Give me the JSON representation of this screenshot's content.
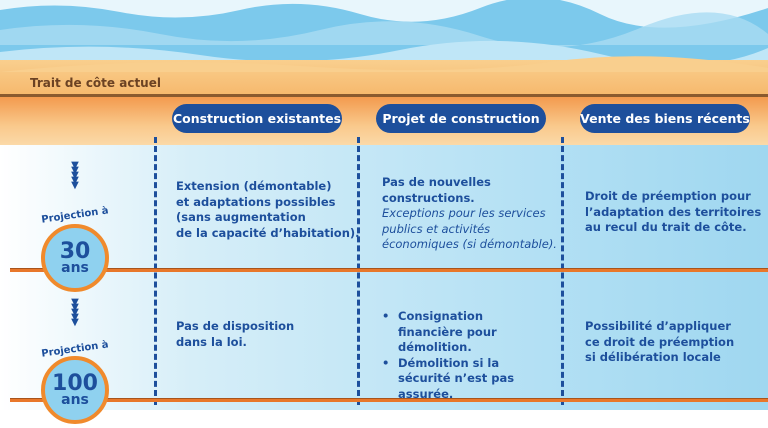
{
  "shoreline_label": "Trait de côte actuel",
  "columns": [
    {
      "label": "Construction existantes"
    },
    {
      "label": "Projet de construction"
    },
    {
      "label": "Vente des biens récents"
    }
  ],
  "rows": [
    {
      "projection_label": "Projection à",
      "years": "30",
      "unit": "ans",
      "cells": {
        "existing": [
          "Extension (démontable)",
          "et adaptations possibles",
          "(sans augmentation",
          "de la capacité d’habitation)."
        ],
        "project_bold": [
          "Pas de nouvelles",
          "constructions."
        ],
        "project_italic": [
          "Exceptions pour les services",
          "publics et activités",
          "économiques (si démontable)."
        ],
        "sale": [
          "Droit de préemption pour",
          "l’adaptation des territoires",
          "au recul du trait de côte."
        ]
      }
    },
    {
      "projection_label": "Projection à",
      "years": "100",
      "unit": "ans",
      "cells": {
        "existing": [
          "Pas de disposition",
          "dans la loi."
        ],
        "project_bullets": [
          "Consignation financière pour démolition.",
          "Démolition si la sécurité n’est pas assurée."
        ],
        "sale": [
          "Possibilité d’appliquer",
          "ce droit de préemption",
          "si délibération locale"
        ]
      }
    }
  ],
  "colors": {
    "navy": "#1d4f9c",
    "orange": "#f08a2c",
    "sand": "#f6b86c",
    "sea": "#8fd1ef"
  }
}
